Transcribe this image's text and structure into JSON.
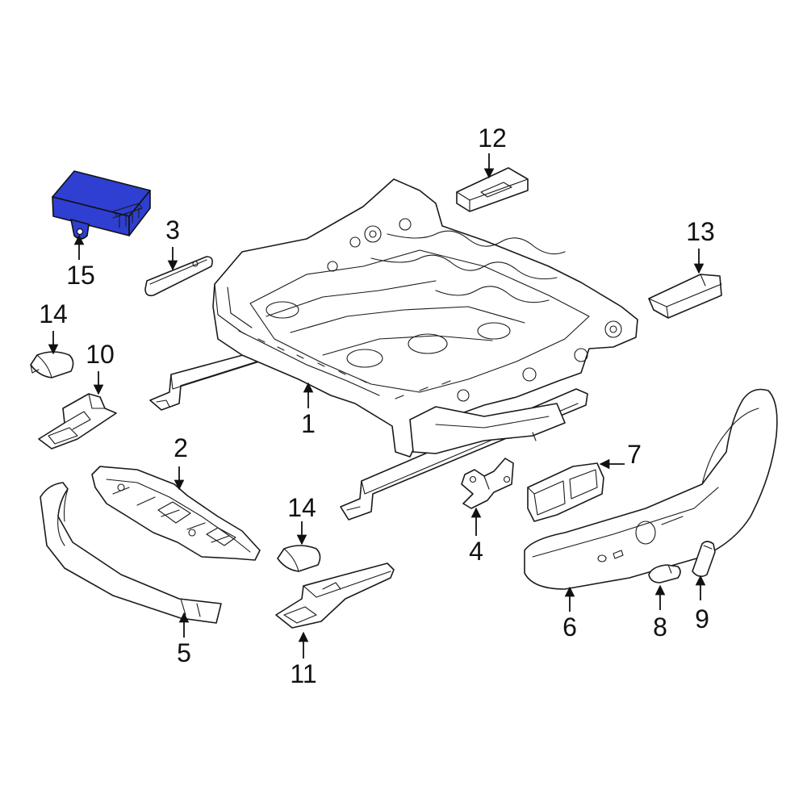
{
  "diagram": {
    "highlight_color": "#2f3fd1",
    "highlighted_part": "15",
    "callouts": [
      {
        "id": "1",
        "label": "1"
      },
      {
        "id": "2",
        "label": "2"
      },
      {
        "id": "3",
        "label": "3"
      },
      {
        "id": "4",
        "label": "4"
      },
      {
        "id": "5",
        "label": "5"
      },
      {
        "id": "6",
        "label": "6"
      },
      {
        "id": "7",
        "label": "7"
      },
      {
        "id": "8",
        "label": "8"
      },
      {
        "id": "9",
        "label": "9"
      },
      {
        "id": "10",
        "label": "10"
      },
      {
        "id": "11",
        "label": "11"
      },
      {
        "id": "12",
        "label": "12"
      },
      {
        "id": "13",
        "label": "13"
      },
      {
        "id": "14a",
        "label": "14"
      },
      {
        "id": "14b",
        "label": "14"
      },
      {
        "id": "15",
        "label": "15"
      }
    ]
  }
}
